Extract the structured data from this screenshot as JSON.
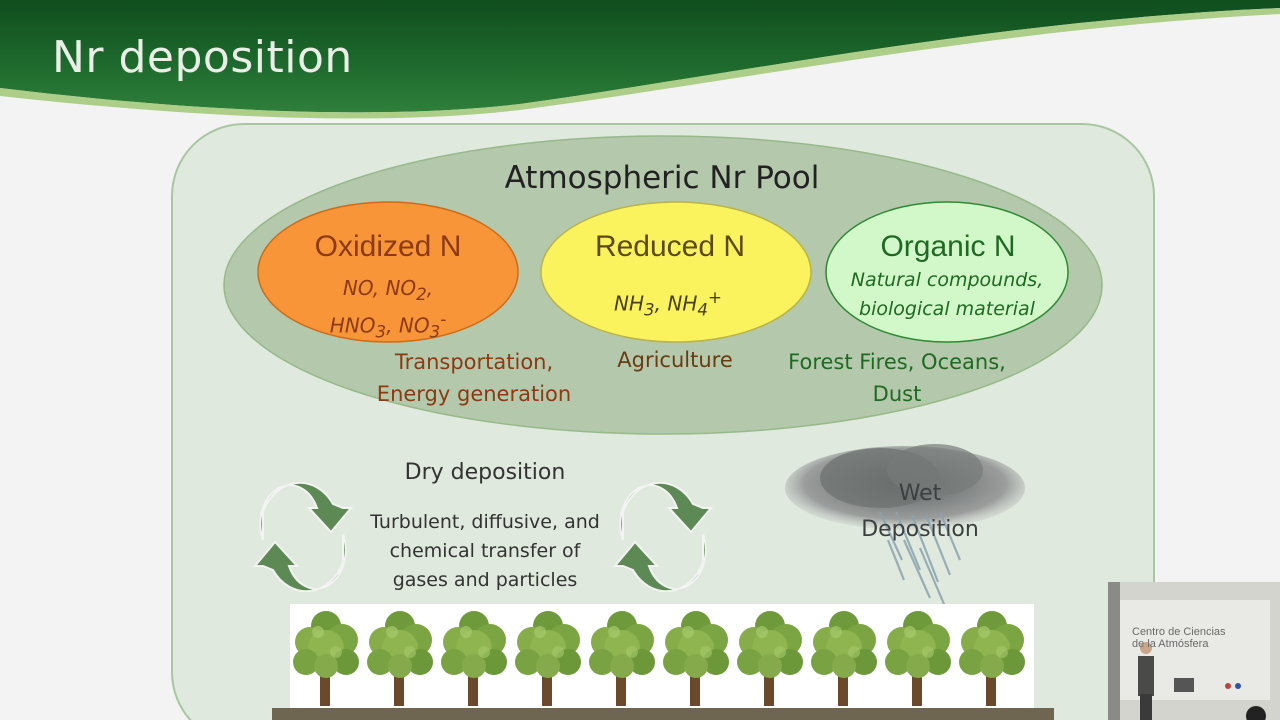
{
  "slide": {
    "title": "Nr deposition"
  },
  "pool": {
    "title": "Atmospheric Nr Pool"
  },
  "oxidized": {
    "title": "Oxidized N",
    "species_line1": [
      "NO, NO",
      "2",
      ","
    ],
    "species_line2": [
      "HNO",
      "3",
      ", NO",
      "3",
      "-"
    ],
    "sources": [
      "Transportation,",
      "Energy generation"
    ]
  },
  "reduced": {
    "title": "Reduced N",
    "species": [
      "NH",
      "3",
      ", NH",
      "4",
      "+"
    ],
    "sources": [
      "Agriculture"
    ]
  },
  "organic": {
    "title": "Organic N",
    "description": [
      "Natural compounds,",
      "biological material"
    ],
    "sources": [
      "Forest Fires, Oceans,",
      "Dust"
    ]
  },
  "dry": {
    "title": "Dry deposition",
    "description": [
      "Turbulent, diffusive, and",
      "chemical transfer of",
      "gases and particles"
    ]
  },
  "wet": {
    "title": [
      "Wet",
      "Deposition"
    ]
  },
  "inset": {
    "wall_text": [
      "Centro de Ciencias",
      "de la Atmósfera"
    ]
  },
  "colors": {
    "banner_green": "#1f6b2e",
    "panel_fill": "#dfe9dd",
    "pool_fill": "#b4c9ac",
    "oxidized_fill": "#f89538",
    "reduced_fill": "#fbf35e",
    "organic_fill": "#d2f7c9",
    "oxidized_text": "#8b3a12",
    "organic_text": "#1e6a21",
    "arrow_green": "#5d8a54"
  },
  "icons": [
    "cycle-arrows-icon",
    "rain-cloud-icon",
    "tree-icon"
  ]
}
